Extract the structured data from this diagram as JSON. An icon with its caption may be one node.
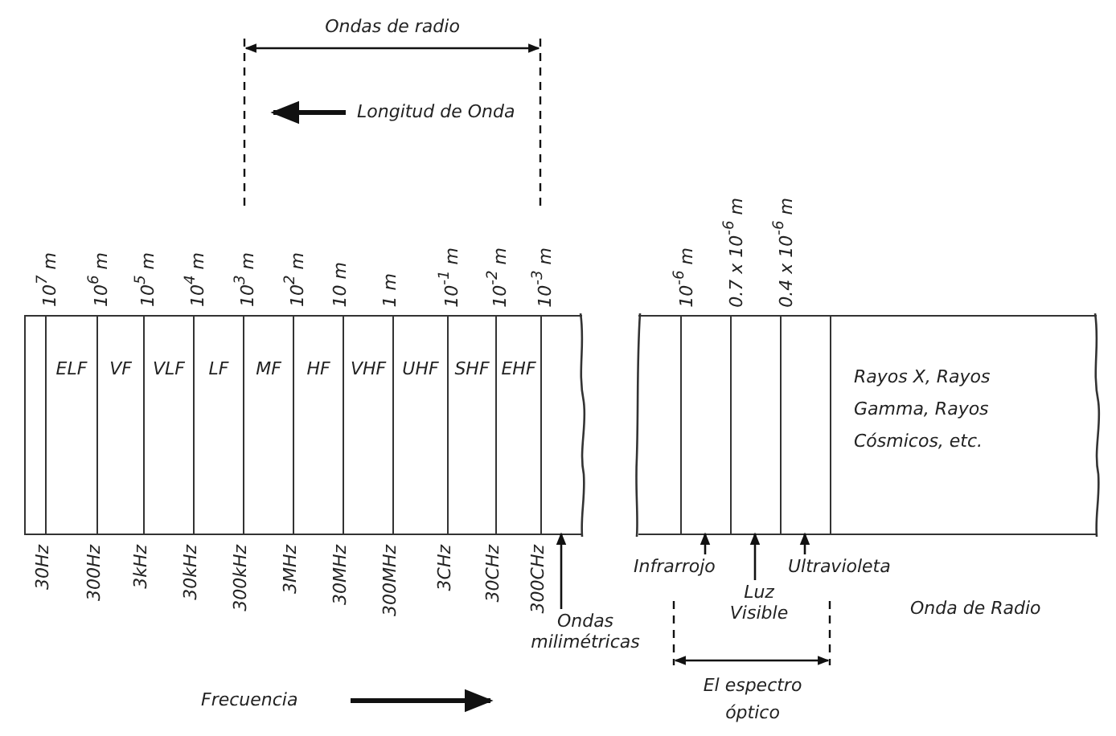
{
  "diagram": {
    "nodes": [
      {
        "text": [],
        "shape": "bar"
      },
      {
        "text": [
          "ELF"
        ],
        "in": 0
      },
      {
        "text": [
          "VF"
        ],
        "in": 0
      },
      {
        "text": [
          "VLF"
        ],
        "in": 0
      },
      {
        "text": [
          "LF"
        ],
        "in": 0
      },
      {
        "text": [
          "MF"
        ],
        "in": 0
      },
      {
        "text": [
          "HF"
        ],
        "in": 0
      },
      {
        "text": [
          "VHF"
        ],
        "in": 0
      },
      {
        "text": [
          "UHF"
        ],
        "in": 0
      },
      {
        "text": [
          "SHF"
        ],
        "in": 0
      },
      {
        "text": [
          "EHF"
        ],
        "in": 0
      },
      {
        "text": [],
        "shape": "box",
        "in": 0
      },
      {
        "text": [],
        "shape": "bar"
      },
      {
        "text": [],
        "shape": "box",
        "in": 12
      },
      {
        "text": [],
        "shape": "box",
        "in": 12
      },
      {
        "text": [],
        "shape": "box",
        "in": 12
      },
      {
        "text": [
          "Rayos X, Rayos Gamma, Rayos Cósmicos, etc."
        ],
        "in": 12
      },
      {
        "text": [
          "Ondas milimétricas"
        ]
      },
      {
        "text": [
          "Infrarrojo"
        ]
      },
      {
        "text": [
          "Luz Visible"
        ]
      },
      {
        "text": [
          "Ultravioleta"
        ]
      }
    ],
    "edges": [
      {
        "from": 17,
        "to": 11,
        "arrow": "to"
      },
      {
        "from": 18,
        "to": 13,
        "arrow": "to"
      },
      {
        "from": 19,
        "to": 14,
        "arrow": "to"
      },
      {
        "from": 20,
        "to": 15,
        "arrow": "to"
      }
    ],
    "labels": [
      "Ondas de radio",
      "Longitud de Onda",
      "10$^{7}$ m",
      "10$^{6}$ m",
      "10$^{5}$ m",
      "10$^{4}$ m",
      "10$^{3}$ m",
      "10$^{2}$ m",
      "10 m",
      "1 m",
      "10$^{-1}$ m",
      "10$^{-2}$ m",
      "10$^{-3}$ m",
      "10$^{-6}$ m",
      "0.7 x 10$^{-6}$ m",
      "0.4 x 10$^{-6}$ m",
      "30Hz",
      "300Hz",
      "3kHz",
      "30kHz",
      "300kHz",
      "3MHz",
      "30MHz",
      "300MHz",
      "3CHz",
      "30CHz",
      "300CHz",
      "Onda de Radio",
      "El espectro óptico",
      "Frecuencia"
    ]
  }
}
